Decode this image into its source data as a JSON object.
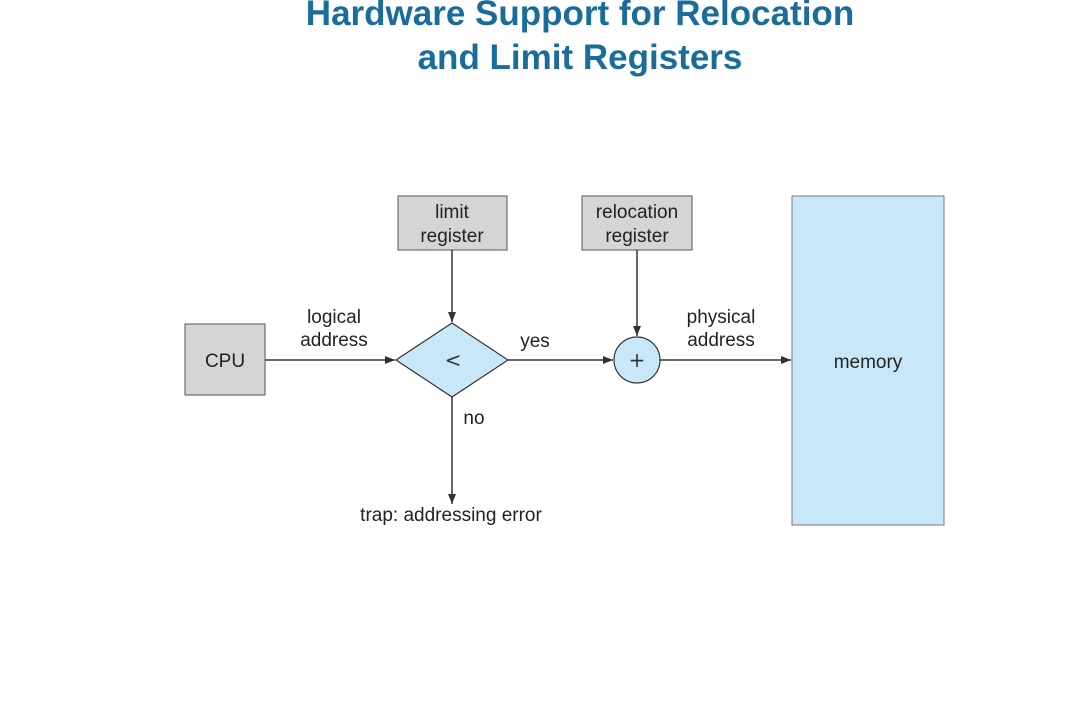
{
  "title": {
    "line1": "Hardware Support for Relocation",
    "line2": "and Limit Registers"
  },
  "diagram": {
    "cpu": "CPU",
    "limit_register": {
      "line1": "limit",
      "line2": "register"
    },
    "relocation_register": {
      "line1": "relocation",
      "line2": "register"
    },
    "logical_address": {
      "line1": "logical",
      "line2": "address"
    },
    "physical_address": {
      "line1": "physical",
      "line2": "address"
    },
    "compare_op": "<",
    "add_op": "+",
    "yes": "yes",
    "no": "no",
    "trap": "trap: addressing error",
    "memory": "memory"
  },
  "colors": {
    "title": "#1a6d9b",
    "register_fill": "#d4d5d7",
    "light_blue": "#c8e8fa",
    "stroke": "#333333"
  }
}
